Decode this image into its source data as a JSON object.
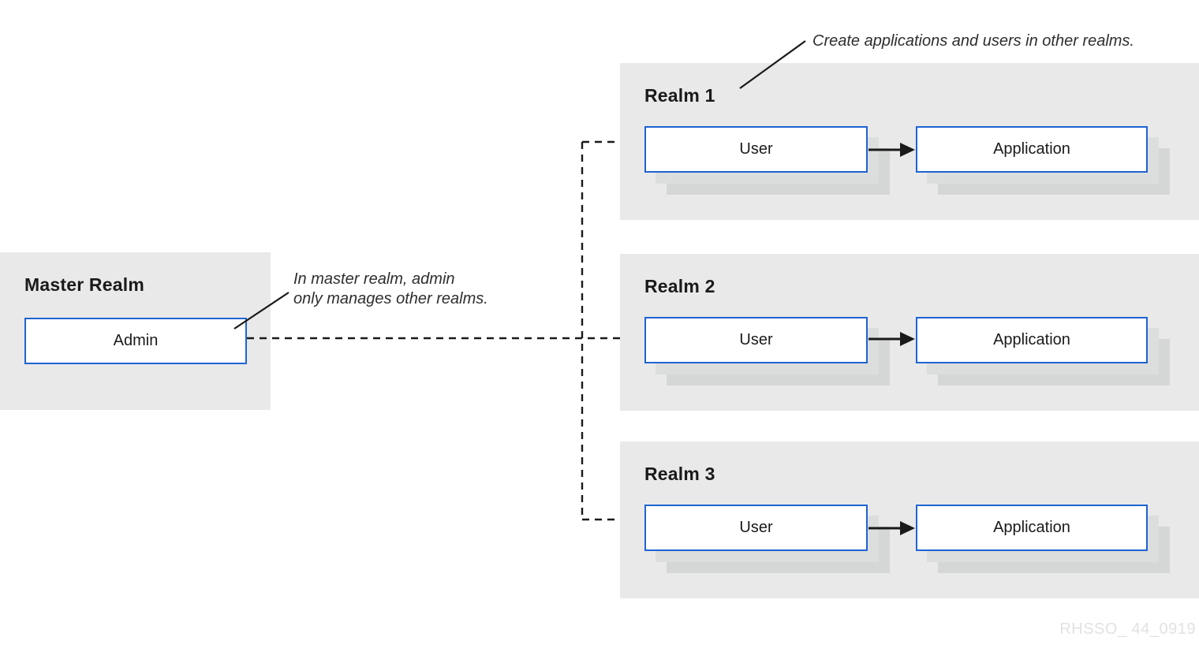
{
  "colors": {
    "bg": "#ffffff",
    "panel": "#e9e9e9",
    "shadow1": "#dcdddd",
    "shadow2": "#d5d6d6",
    "box_border": "#1e64d2",
    "box_bg": "#ffffff",
    "line": "#1a1a1a",
    "text": "#1a1a1a",
    "annotation": "#2e2e2e",
    "watermark": "#e2e2e2"
  },
  "master": {
    "title": "Master Realm",
    "box_label": "Admin"
  },
  "realms": [
    {
      "title": "Realm 1",
      "user_label": "User",
      "app_label": "Application"
    },
    {
      "title": "Realm 2",
      "user_label": "User",
      "app_label": "Application"
    },
    {
      "title": "Realm 3",
      "user_label": "User",
      "app_label": "Application"
    }
  ],
  "annotations": {
    "top": "Create applications and users in other realms.",
    "master_line1": "In master realm, admin",
    "master_line2": "only manages other realms."
  },
  "watermark": "RHSSO_ 44_0919"
}
